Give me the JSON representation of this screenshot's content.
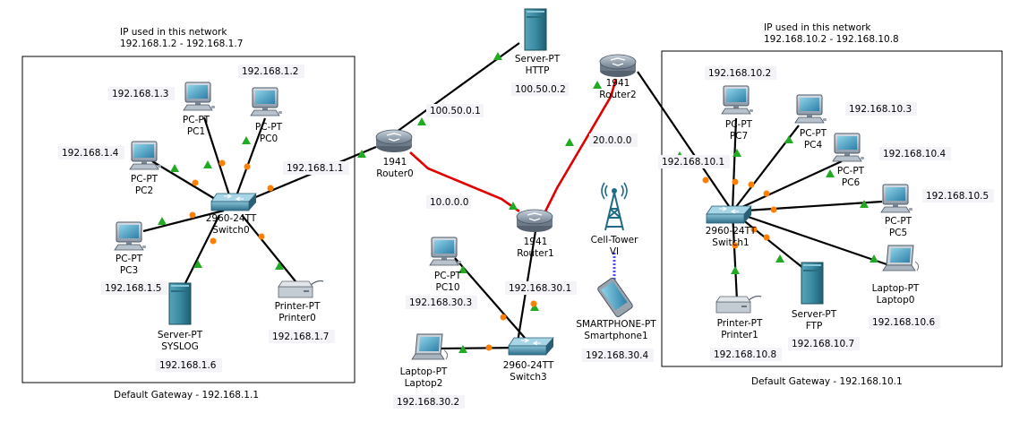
{
  "boxes": {
    "left": {
      "header_line1": "IP used in this network",
      "header_line2": "192.168.1.2 - 192.168.1.7",
      "footer": "Default Gateway - 192.168.1.1"
    },
    "right": {
      "header_line1": "IP used in this network",
      "header_line2": "192.168.10.2 - 192.168.10.8",
      "footer": "Default Gateway - 192.168.10.1"
    }
  },
  "devices": {
    "pc1": {
      "type": "PC-PT",
      "name": "PC1",
      "ip": "192.168.1.3"
    },
    "pc0": {
      "type": "PC-PT",
      "name": "PC0",
      "ip": "192.168.1.2"
    },
    "pc2": {
      "type": "PC-PT",
      "name": "PC2",
      "ip": "192.168.1.4"
    },
    "pc3": {
      "type": "PC-PT",
      "name": "PC3",
      "ip": "192.168.1.5"
    },
    "switch0": {
      "type": "2960-24TT",
      "name": "Switch0"
    },
    "syslog": {
      "type": "Server-PT",
      "name": "SYSLOG",
      "ip": "192.168.1.6"
    },
    "printer0": {
      "type": "Printer-PT",
      "name": "Printer0",
      "ip": "192.168.1.7"
    },
    "router0": {
      "type": "1941",
      "name": "Router0",
      "ip": "192.168.1.1"
    },
    "http": {
      "type": "Server-PT",
      "name": "HTTP",
      "ip": "100.50.0.2"
    },
    "router2": {
      "type": "1941",
      "name": "Router2"
    },
    "router1": {
      "type": "1941",
      "name": "Router1"
    },
    "celltower": {
      "type": "Cell-Tower",
      "name": "VI"
    },
    "pc10": {
      "type": "PC-PT",
      "name": "PC10",
      "ip": "192.168.30.3"
    },
    "smartphone1": {
      "type": "SMARTPHONE-PT",
      "name": "Smartphone1",
      "ip": "192.168.30.4"
    },
    "laptop2": {
      "type": "Laptop-PT",
      "name": "Laptop2",
      "ip": "192.168.30.2"
    },
    "switch3": {
      "type": "2960-24TT",
      "name": "Switch3"
    },
    "pc7": {
      "type": "PC-PT",
      "name": "PC7",
      "ip": "192.168.10.2"
    },
    "pc4": {
      "type": "PC-PT",
      "name": "PC4",
      "ip": "192.168.10.3"
    },
    "pc6": {
      "type": "PC-PT",
      "name": "PC6",
      "ip": "192.168.10.4"
    },
    "pc5": {
      "type": "PC-PT",
      "name": "PC5",
      "ip": "192.168.10.5"
    },
    "switch1": {
      "type": "2960-24TT",
      "name": "Switch1"
    },
    "laptop0": {
      "type": "Laptop-PT",
      "name": "Laptop0",
      "ip": "192.168.10.6"
    },
    "ftp": {
      "type": "Server-PT",
      "name": "FTP",
      "ip": "192.168.10.7"
    },
    "printer1": {
      "type": "Printer-PT",
      "name": "Printer1",
      "ip": "192.168.10.8"
    }
  },
  "network_labels": {
    "http_link": "100.50.0.1",
    "r0_r1": "10.0.0.0",
    "r1_r2": "20.0.0.0",
    "r1_lan": "192.168.30.1",
    "r2_lan": "192.168.10.1"
  },
  "colors": {
    "serial_link": "#e00000",
    "ethernet_link": "#000000",
    "port_up": "#22aa22",
    "port_amber": "#ff8000",
    "wireless": "#4a4aff"
  }
}
